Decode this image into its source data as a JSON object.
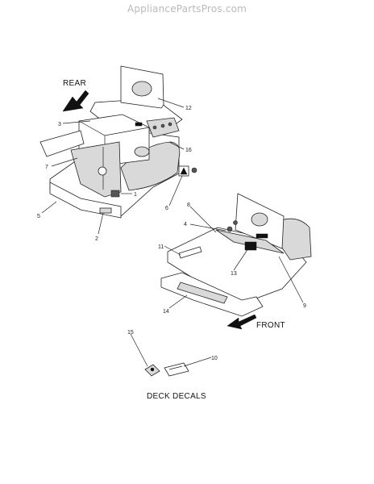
{
  "watermark": "AppliancePartsPros.com",
  "labels": {
    "rear": "REAR",
    "front": "FRONT",
    "caption": "DECK DECALS"
  },
  "callouts": [
    "1",
    "2",
    "3",
    "4",
    "5",
    "6",
    "7",
    "8",
    "9",
    "10",
    "11",
    "12",
    "13",
    "14",
    "15",
    "16"
  ]
}
